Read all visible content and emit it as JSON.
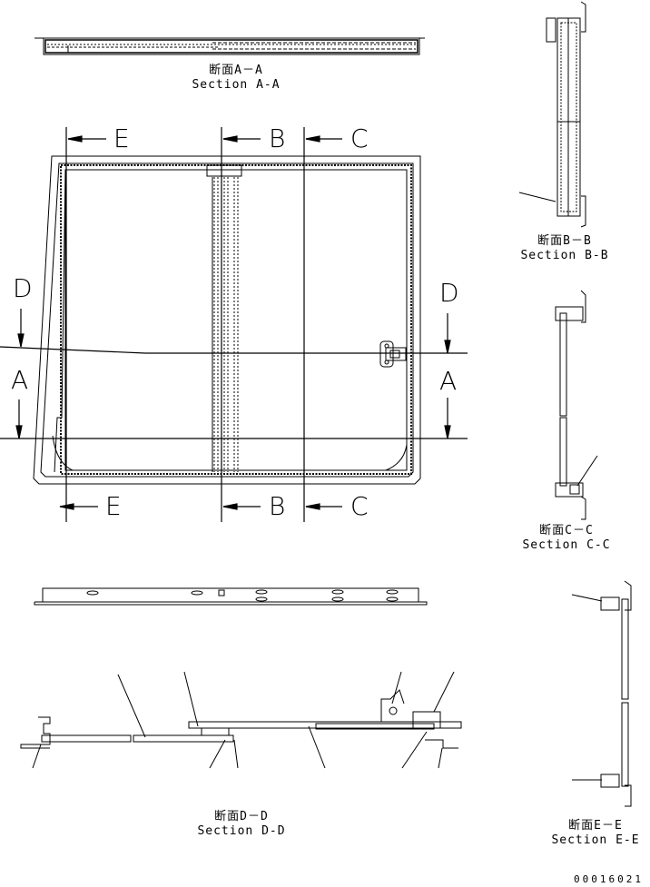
{
  "drawing": {
    "part_number": "00016021",
    "sections": [
      {
        "id": "A-A",
        "label_jp": "断面A－A",
        "label_en": "Section A-A"
      },
      {
        "id": "B-B",
        "label_jp": "断面B－B",
        "label_en": "Section B-B"
      },
      {
        "id": "C-C",
        "label_jp": "断面C－C",
        "label_en": "Section C-C"
      },
      {
        "id": "D-D",
        "label_jp": "断面D－D",
        "label_en": "Section D-D"
      },
      {
        "id": "E-E",
        "label_jp": "断面E－E",
        "label_en": "Section E-E"
      }
    ],
    "cut_markers": {
      "top": [
        "E",
        "B",
        "C"
      ],
      "bottom": [
        "E",
        "B",
        "C"
      ],
      "left": [
        "D",
        "A"
      ],
      "right": [
        "D",
        "A"
      ]
    }
  }
}
